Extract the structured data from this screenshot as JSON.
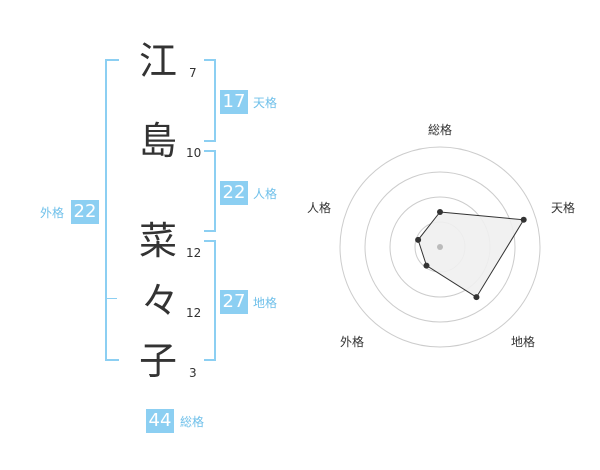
{
  "name_chars": [
    {
      "char": "江",
      "strokes": "7"
    },
    {
      "char": "島",
      "strokes": "10"
    },
    {
      "char": "菜",
      "strokes": "12"
    },
    {
      "char": "々",
      "strokes": "12"
    },
    {
      "char": "子",
      "strokes": "3"
    }
  ],
  "kakusu": {
    "tenkaku": {
      "value": "17",
      "label": "天格"
    },
    "jinkaku": {
      "value": "22",
      "label": "人格"
    },
    "chikaku": {
      "value": "27",
      "label": "地格"
    },
    "gaikaku": {
      "value": "22",
      "label": "外格"
    },
    "soukaku": {
      "value": "44",
      "label": "総格"
    }
  },
  "radar": {
    "axes": [
      "総格",
      "天格",
      "地格",
      "外格",
      "人格"
    ],
    "levels": 4,
    "values": [
      0.35,
      0.88,
      0.62,
      0.23,
      0.23
    ],
    "colors": {
      "fill": "#f0f0f0",
      "stroke": "#333333",
      "grid": "#cccccc",
      "center": "#bbbbbb"
    }
  },
  "colors": {
    "accent": "#8ccff2",
    "label": "#6fc0ea"
  }
}
